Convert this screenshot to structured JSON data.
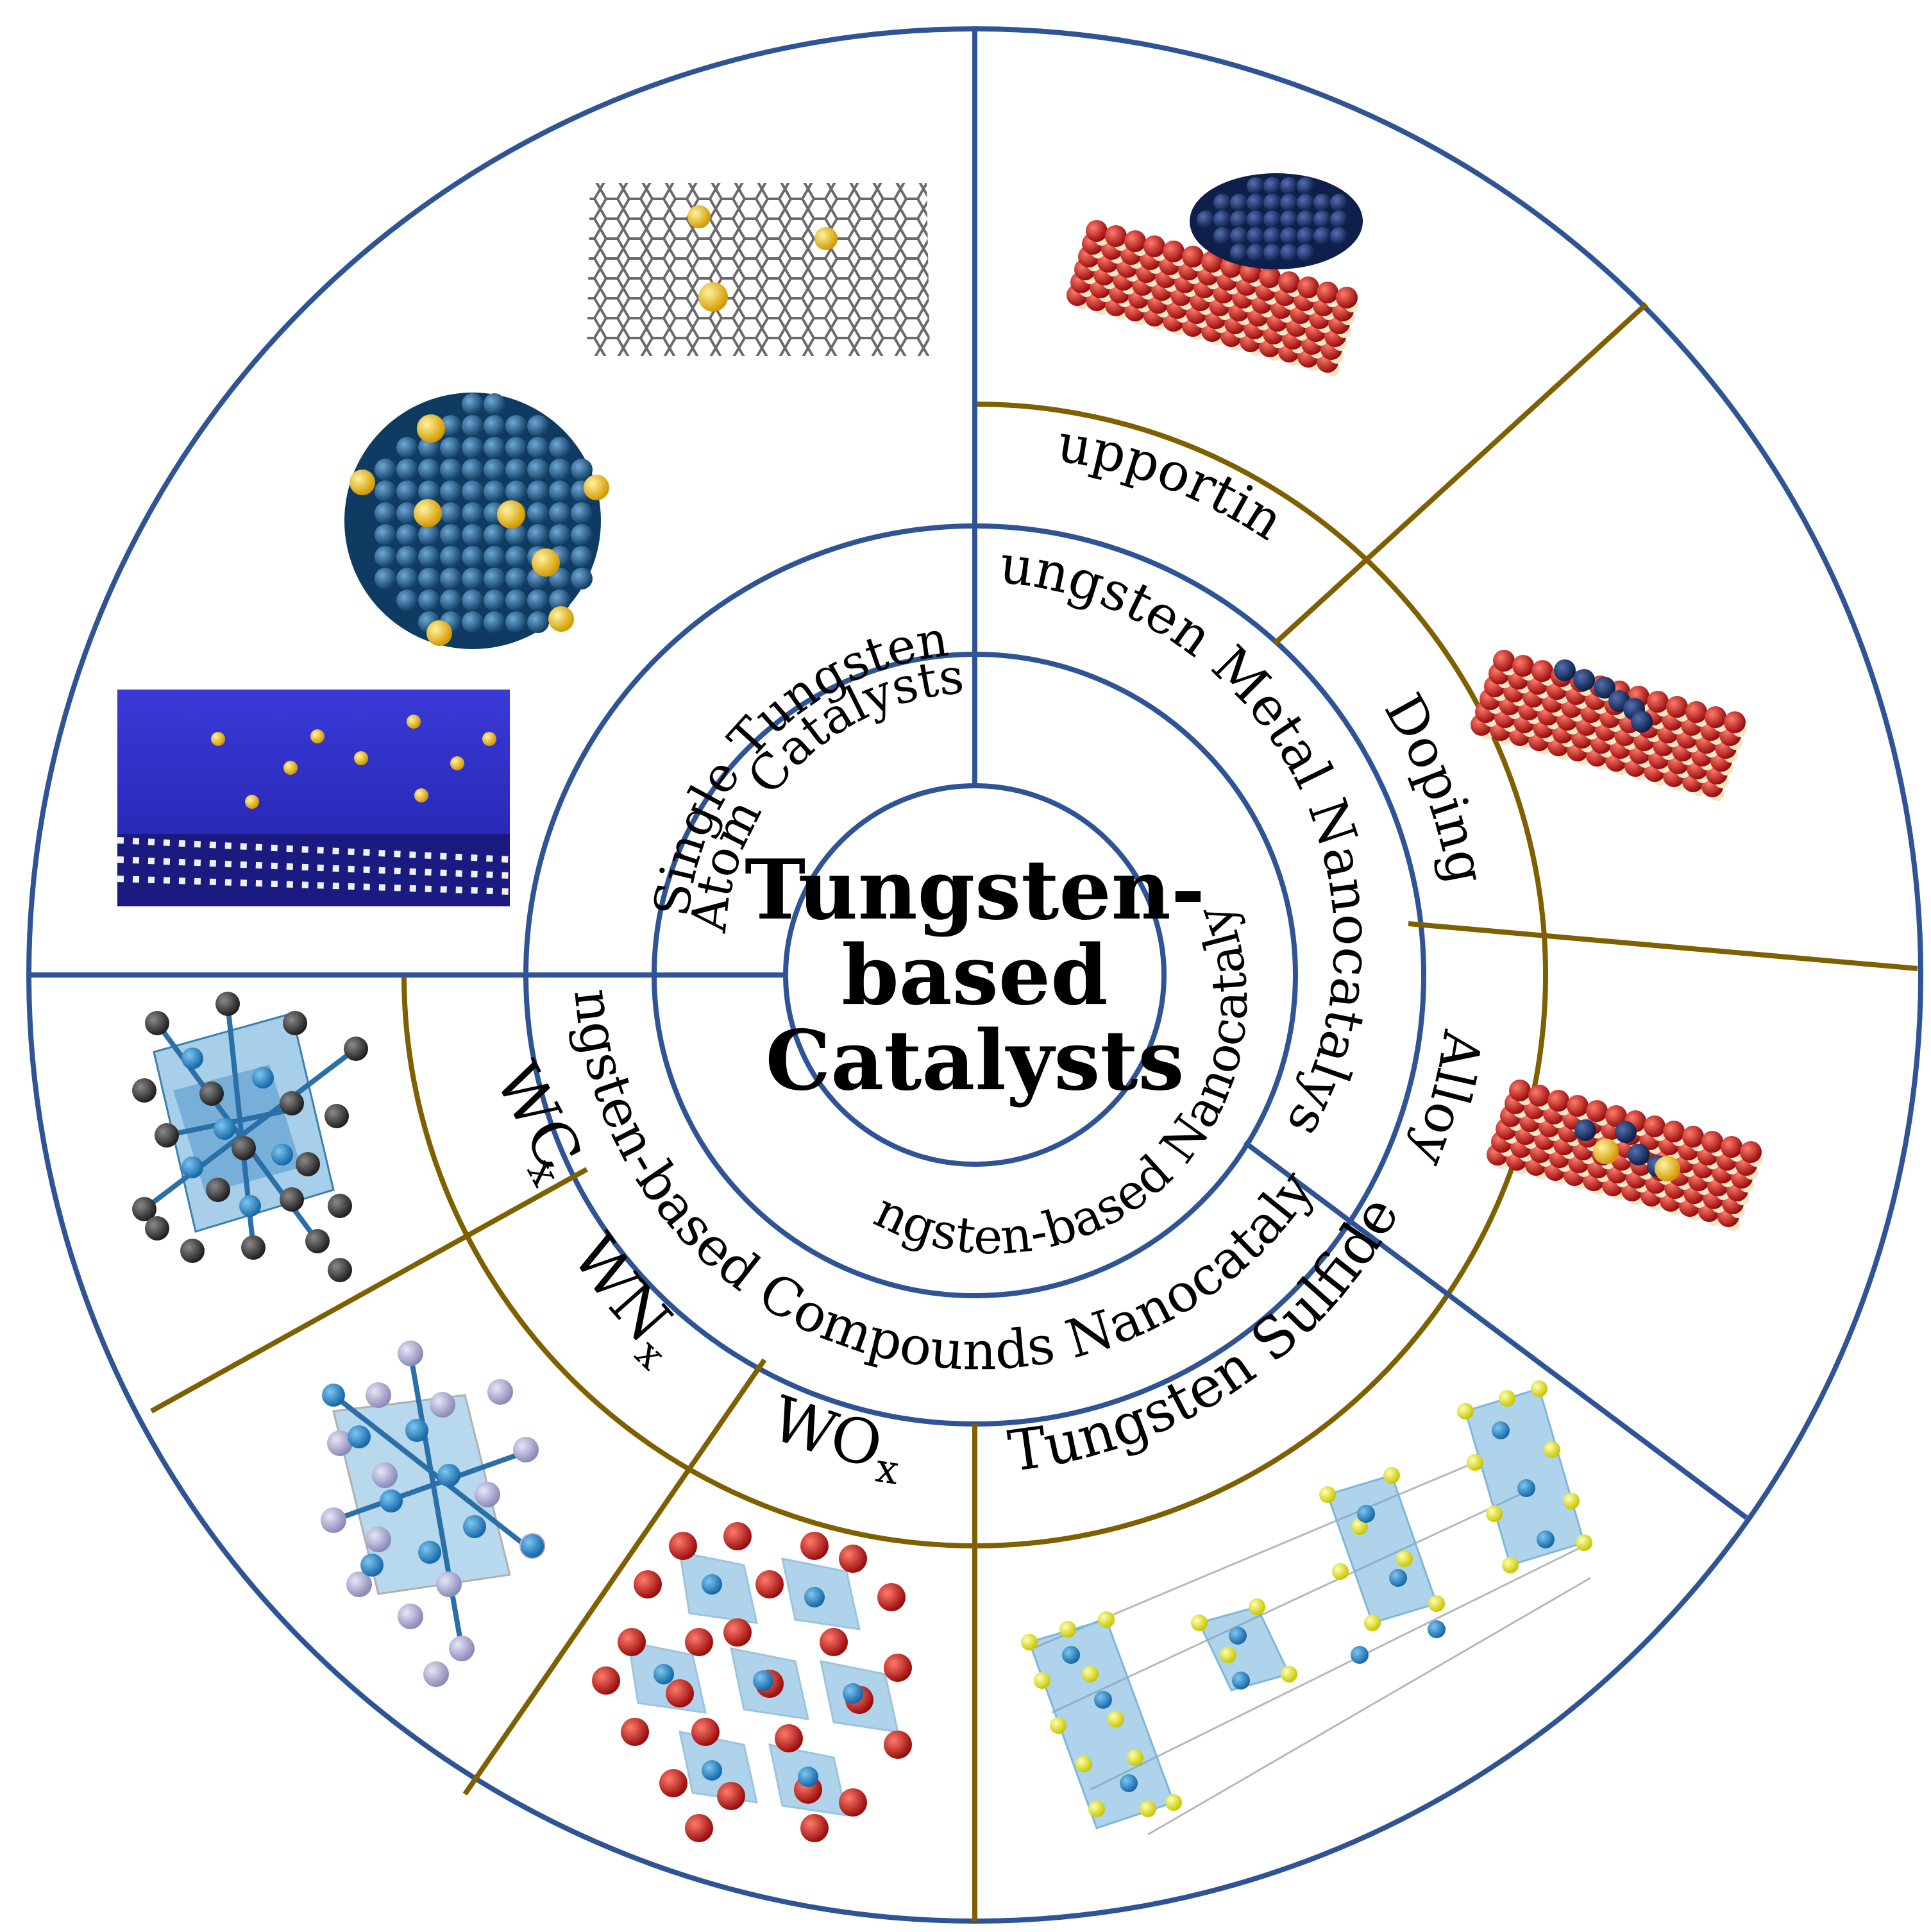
{
  "center": {
    "line1": "Tungsten-",
    "line2": "based",
    "line3": "Catalysts"
  },
  "rings": {
    "single_atom_line1": "Single Tungsten",
    "single_atom_line2": "Atom Catalysts",
    "nanocatalysts": "Tungsten-based Nanocatalysts",
    "metal_nanocatalysts": "Tungsten Metal Nanocatalysts",
    "compounds_nanocatalysts": "Tungsten-based Compounds Nanocatalysts"
  },
  "metal_methods": {
    "supporting": "Supporting",
    "doping": "Doping",
    "alloy": "Alloy"
  },
  "compounds": {
    "wcx_base": "WC",
    "wcx_sub": "x",
    "wnx_base": "WN",
    "wnx_sub": "x",
    "wox_base": "WO",
    "wox_sub": "x",
    "sulfide": "Tungsten Sulfide"
  },
  "colors": {
    "ring_blue": "#2e5496",
    "ring_gold": "#7f6000",
    "tungsten_blue": "#1f5f8b",
    "dopant_gold": "#f5c518",
    "oxide_red": "#cc1f1f",
    "support_cream": "#efe8c8",
    "polyhedron": "#5fa8d8",
    "carbon_dark": "#333333",
    "nitrogen_lilac": "#b0b0d8",
    "sulfur_yellow": "#e8e830"
  }
}
